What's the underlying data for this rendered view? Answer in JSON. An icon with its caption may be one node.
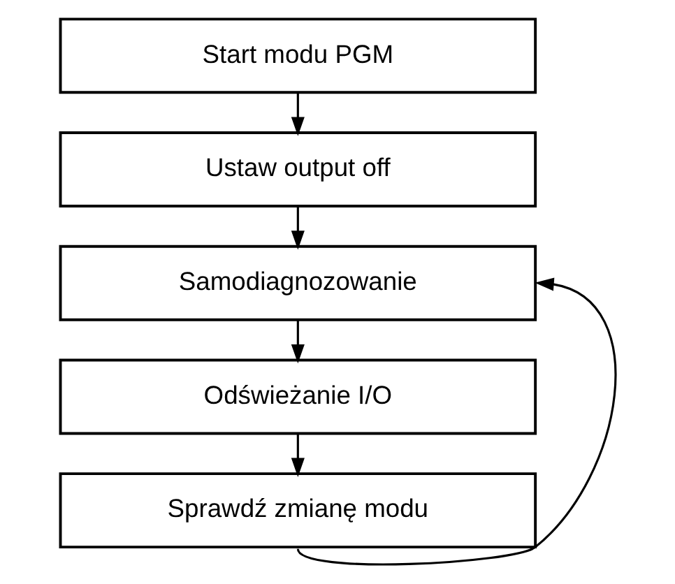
{
  "diagram": {
    "nodes": [
      {
        "text": [
          "Start modu PGM"
        ]
      },
      {
        "text": [
          "Ustaw output off"
        ]
      },
      {
        "text": [
          "Samodiagnozowanie"
        ]
      },
      {
        "text": [
          "Odświeżanie I/O"
        ]
      },
      {
        "text": [
          "Sprawdź zmianę modu"
        ]
      }
    ],
    "edges": [
      {
        "from": 0,
        "to": 1,
        "arrow": "to"
      },
      {
        "from": 1,
        "to": 2,
        "arrow": "to"
      },
      {
        "from": 2,
        "to": 3,
        "arrow": "to"
      },
      {
        "from": 3,
        "to": 4,
        "arrow": "to"
      },
      {
        "from": 4,
        "to": 2,
        "arrow": "to"
      }
    ]
  }
}
